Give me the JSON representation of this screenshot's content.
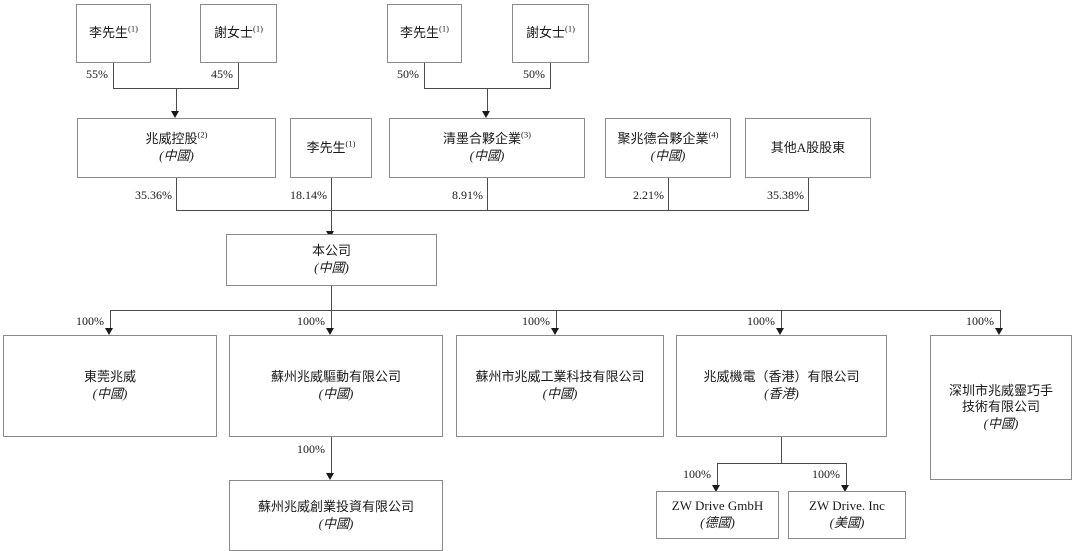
{
  "diagram": {
    "title": "Shareholding and group structure chart",
    "line_color": "#4a4a4a",
    "box_border_color": "#8a8a8a",
    "text_color": "#1a1a1a",
    "background": "#ffffff"
  },
  "nodes": {
    "li_left": {
      "name": "李先生",
      "sup": "(1)",
      "location": ""
    },
    "xie_left": {
      "name": "謝女士",
      "sup": "(1)",
      "location": ""
    },
    "li_right": {
      "name": "李先生",
      "sup": "(1)",
      "location": ""
    },
    "xie_right": {
      "name": "謝女士",
      "sup": "(1)",
      "location": ""
    },
    "zhaowei_holding": {
      "name": "兆威控股",
      "sup": "(2)",
      "location": "(中國)"
    },
    "li_direct": {
      "name": "李先生",
      "sup": "(1)",
      "location": ""
    },
    "qingmo": {
      "name": "清墨合夥企業",
      "sup": "(3)",
      "location": "(中國)"
    },
    "juzhaode": {
      "name": "聚兆德合夥企業",
      "sup": "(4)",
      "location": "(中國)"
    },
    "other_a_shareholders": {
      "name": "其他A股股東",
      "sup": "",
      "location": ""
    },
    "company": {
      "name": "本公司",
      "sup": "",
      "location": "(中國)"
    },
    "dongguan": {
      "name": "東莞兆威",
      "sup": "",
      "location": "(中國)"
    },
    "suzhou_drive": {
      "name": "蘇州兆威驅動有限公司",
      "sup": "",
      "location": "(中國)"
    },
    "suzhou_industrial": {
      "name": "蘇州市兆威工業科技有限公司",
      "sup": "",
      "location": "(中國)"
    },
    "hk_electro": {
      "name": "兆威機電（香港）有限公司",
      "sup": "",
      "location": "(香港)"
    },
    "shenzhen_dexterous": {
      "name": "深圳市兆威靈巧手",
      "name2": "技術有限公司",
      "sup": "",
      "location": "(中國)"
    },
    "suzhou_venture": {
      "name": "蘇州兆威創業投資有限公司",
      "sup": "",
      "location": "(中國)"
    },
    "zw_gmbh": {
      "name": "ZW Drive GmbH",
      "sup": "",
      "location": "(德國)"
    },
    "zw_inc": {
      "name": "ZW Drive. Inc",
      "sup": "",
      "location": "(美國)"
    }
  },
  "edges": {
    "li_left_to_holding": "55%",
    "xie_left_to_holding": "45%",
    "li_right_to_qingmo": "50%",
    "xie_right_to_qingmo": "50%",
    "holding_to_company": "35.36%",
    "li_direct_to_company": "18.14%",
    "qingmo_to_company": "8.91%",
    "juzhaode_to_company": "2.21%",
    "other_a_to_company": "35.38%",
    "company_to_dongguan": "100%",
    "company_to_suzhou_drive": "100%",
    "company_to_suzhou_industrial": "100%",
    "company_to_hk_electro": "100%",
    "company_to_shenzhen_dexterous": "100%",
    "suzhou_drive_to_venture": "100%",
    "hk_to_gmbh": "100%",
    "hk_to_inc": "100%"
  }
}
